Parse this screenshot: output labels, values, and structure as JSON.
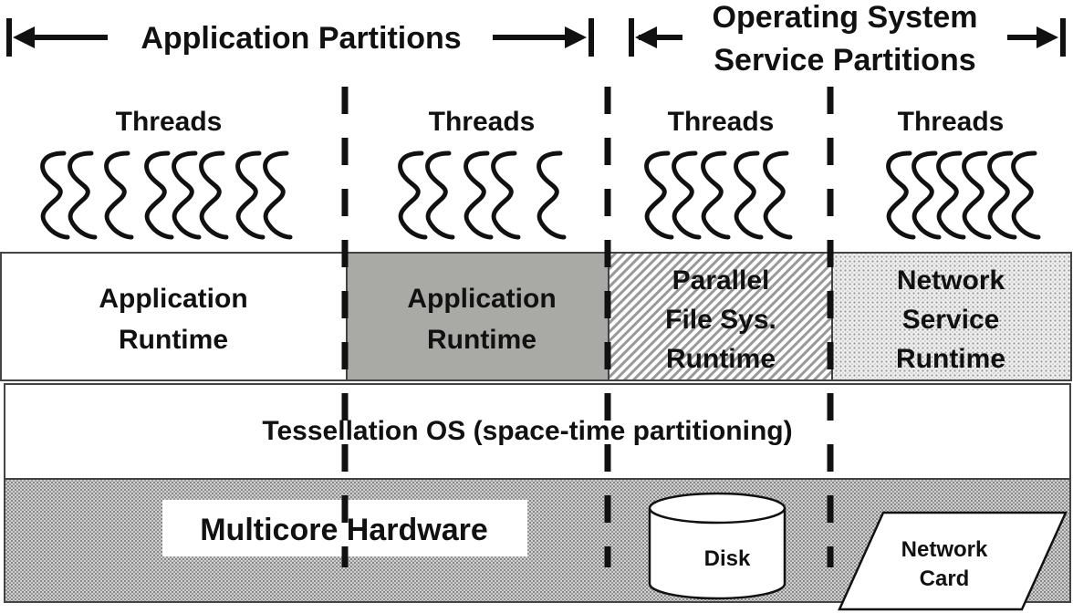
{
  "headers": {
    "application": "Application Partitions",
    "os_line1": "Operating System",
    "os_line2": "Service Partitions"
  },
  "partitions": [
    {
      "threads_label": "Threads",
      "thread_count": 8,
      "runtime_lines": [
        "Application",
        "Runtime"
      ]
    },
    {
      "threads_label": "Threads",
      "thread_count": 5,
      "runtime_lines": [
        "Application",
        "Runtime"
      ]
    },
    {
      "threads_label": "Threads",
      "thread_count": 5,
      "runtime_lines": [
        "Parallel",
        "File Sys.",
        "Runtime"
      ]
    },
    {
      "threads_label": "Threads",
      "thread_count": 6,
      "runtime_lines": [
        "Network",
        "Service",
        "Runtime"
      ]
    }
  ],
  "os_layer": "Tessellation OS (space-time partitioning)",
  "hardware": {
    "label": "Multicore Hardware",
    "disk": "Disk",
    "network_card": [
      "Network",
      "Card"
    ]
  },
  "colors": {
    "gray_partition": "#a9aaa6",
    "ink": "#111111"
  }
}
